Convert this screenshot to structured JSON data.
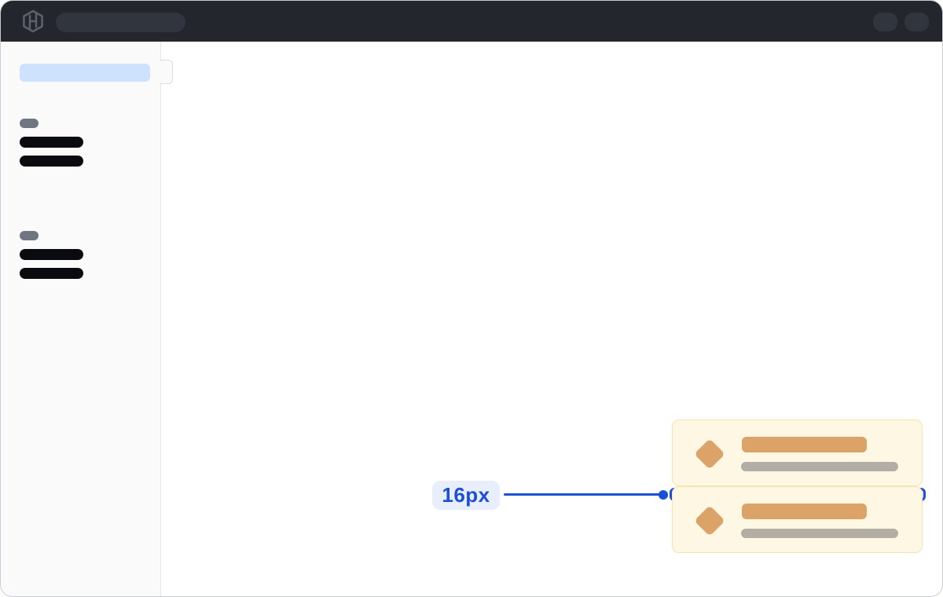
{
  "topbar": {
    "logo_icon": "hashicorp-logo-icon",
    "background_color": "#23262d",
    "search_skeleton_color": "#31353e",
    "action_pill_color": "#31353e"
  },
  "sidebar": {
    "background_color": "#fafafa",
    "active_item_color": "#cfe2fd",
    "heading_skeleton_color": "#6f7581",
    "nav_item_skeleton_color": "#0a0b0e",
    "groups": [
      {
        "heading_skeleton": true,
        "items_count": 2
      },
      {
        "heading_skeleton": true,
        "items_count": 2
      }
    ]
  },
  "toasts": {
    "count": 2,
    "background_color": "#fdf7e4",
    "border_color": "#f4e3ae",
    "icon": "alert-diamond-icon",
    "accent_color": "#dca368",
    "text_skeleton_color": "#b3aea5"
  },
  "spacing_annotation": {
    "label": "16px",
    "accent_color": "#1b50d6",
    "label_background": "#e8eefb",
    "highlight_fill": "#eaf0fc"
  }
}
